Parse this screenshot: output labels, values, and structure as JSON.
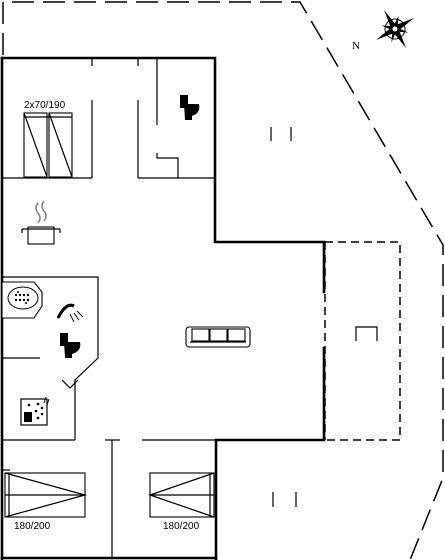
{
  "compass": {
    "north_label": "N"
  },
  "beds": {
    "bunk_label": "2x70/190",
    "bedroom_left_label": "180/200",
    "bedroom_right_label": "180/200"
  },
  "icons": [
    "compass-icon",
    "toilet-icon",
    "steam-icon",
    "cooking-pot-icon",
    "whirlpool-icon",
    "shower-icon",
    "sauna-icon",
    "sofa-icon"
  ]
}
